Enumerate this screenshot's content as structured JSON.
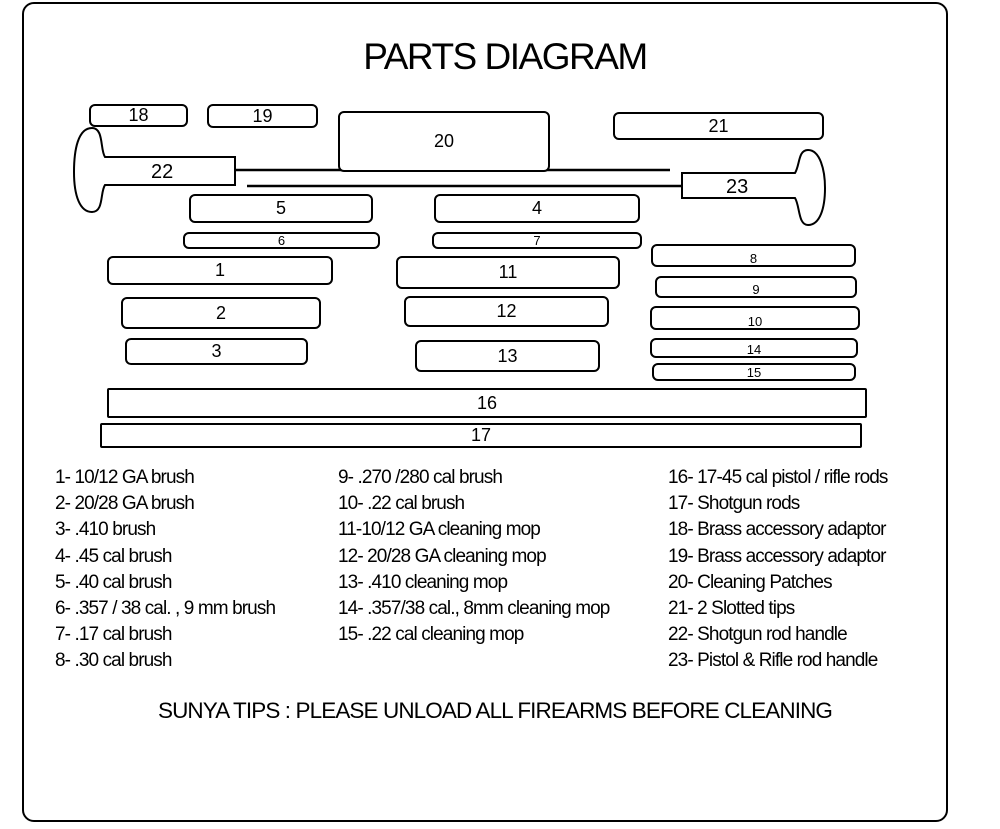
{
  "title": "PARTS DIAGRAM",
  "parts": {
    "1": "1",
    "2": "2",
    "3": "3",
    "4": "4",
    "5": "5",
    "6": "6",
    "7": "7",
    "8": "8",
    "9": "9",
    "10": "10",
    "11": "11",
    "12": "12",
    "13": "13",
    "14": "14",
    "15": "15",
    "16": "16",
    "17": "17",
    "18": "18",
    "19": "19",
    "20": "20",
    "21": "21",
    "22": "22",
    "23": "23"
  },
  "legend": {
    "col1": [
      "1- 10/12 GA brush",
      "2- 20/28 GA brush",
      "3- .410 brush",
      "4- .45 cal brush",
      "5- .40 cal brush",
      "6- .357 / 38 cal. , 9 mm brush",
      "7- .17 cal brush",
      "8- .30 cal brush"
    ],
    "col2": [
      "9- .270 /280 cal brush",
      "10- .22 cal brush",
      "11-10/12 GA cleaning mop",
      "12- 20/28 GA cleaning mop",
      "13- .410 cleaning mop",
      "14- .357/38 cal., 8mm cleaning mop",
      "15- .22 cal cleaning mop"
    ],
    "col3": [
      "16- 17-45 cal pistol / rifle rods",
      "17- Shotgun rods",
      "18- Brass accessory adaptor",
      "19- Brass accessory adaptor",
      "20- Cleaning Patches",
      "21- 2 Slotted tips",
      "22- Shotgun rod handle",
      "23- Pistol & Rifle rod handle"
    ]
  },
  "footer": "SUNYA TIPS : PLEASE UNLOAD ALL FIREARMS BEFORE CLEANING"
}
